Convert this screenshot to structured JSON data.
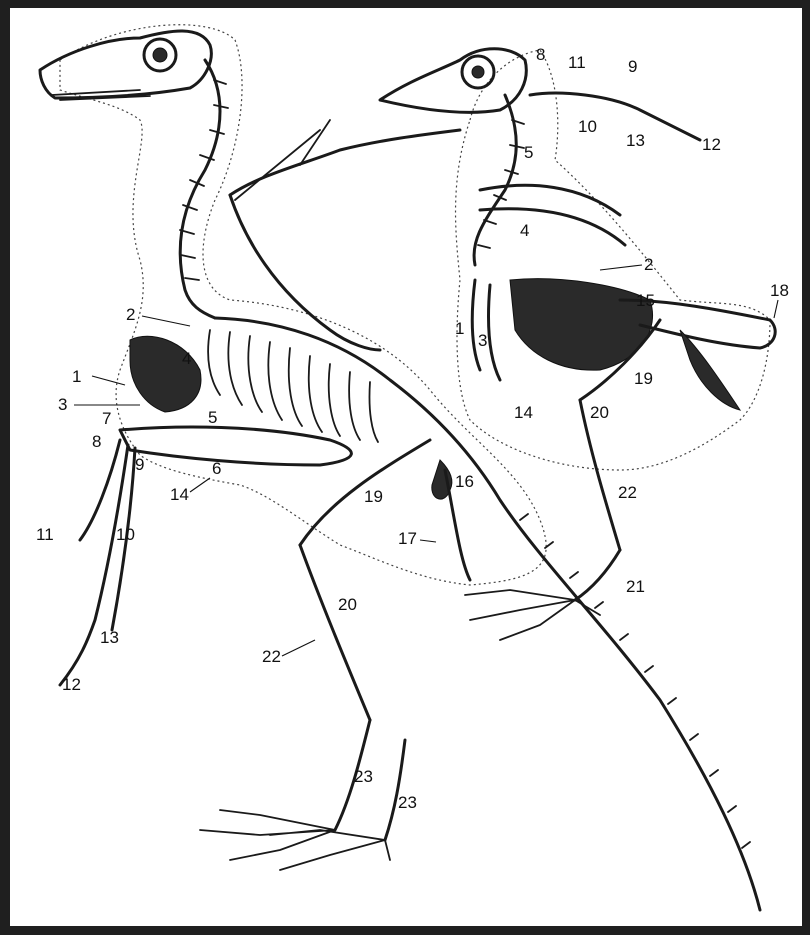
{
  "figure": {
    "left_skeleton": {
      "labels": [
        {
          "id": "l1",
          "text": "1"
        },
        {
          "id": "l2",
          "text": "2"
        },
        {
          "id": "l3",
          "text": "3"
        },
        {
          "id": "l4",
          "text": "4"
        },
        {
          "id": "l5",
          "text": "5"
        },
        {
          "id": "l6",
          "text": "6"
        },
        {
          "id": "l7",
          "text": "7"
        },
        {
          "id": "l8",
          "text": "8"
        },
        {
          "id": "l9",
          "text": "9"
        },
        {
          "id": "l10",
          "text": "10"
        },
        {
          "id": "l11",
          "text": "11"
        },
        {
          "id": "l12",
          "text": "12"
        },
        {
          "id": "l13",
          "text": "13"
        },
        {
          "id": "l14",
          "text": "14"
        },
        {
          "id": "l16",
          "text": "16"
        },
        {
          "id": "l17",
          "text": "17"
        },
        {
          "id": "l19",
          "text": "19"
        },
        {
          "id": "l20",
          "text": "20"
        },
        {
          "id": "l22",
          "text": "22"
        },
        {
          "id": "l23a",
          "text": "23"
        },
        {
          "id": "l23b",
          "text": "23"
        }
      ]
    },
    "right_skeleton": {
      "labels": [
        {
          "id": "r1",
          "text": "1"
        },
        {
          "id": "r2",
          "text": "2"
        },
        {
          "id": "r3",
          "text": "3"
        },
        {
          "id": "r4",
          "text": "4"
        },
        {
          "id": "r5",
          "text": "5"
        },
        {
          "id": "r8",
          "text": "8"
        },
        {
          "id": "r9",
          "text": "9"
        },
        {
          "id": "r10",
          "text": "10"
        },
        {
          "id": "r11",
          "text": "11"
        },
        {
          "id": "r12",
          "text": "12"
        },
        {
          "id": "r13",
          "text": "13"
        },
        {
          "id": "r14",
          "text": "14"
        },
        {
          "id": "r15",
          "text": "15"
        },
        {
          "id": "r18",
          "text": "18"
        },
        {
          "id": "r19",
          "text": "19"
        },
        {
          "id": "r20",
          "text": "20"
        },
        {
          "id": "r21",
          "text": "21"
        },
        {
          "id": "r22",
          "text": "22"
        }
      ]
    }
  }
}
